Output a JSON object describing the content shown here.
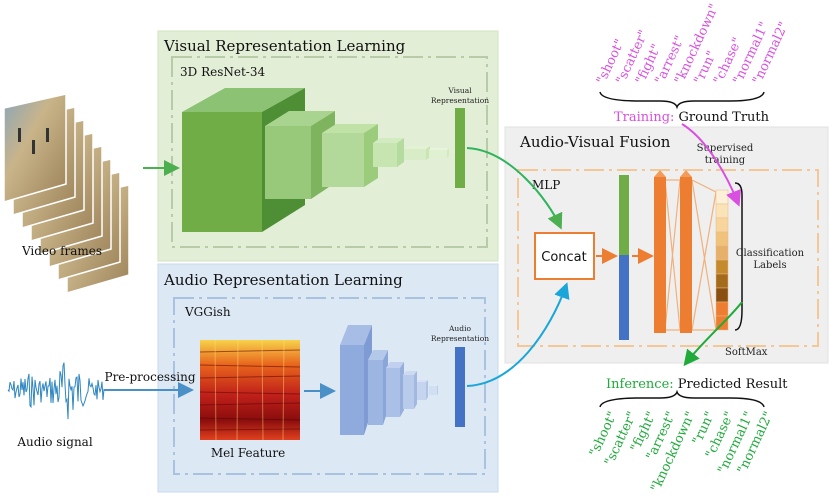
{
  "inputs": {
    "video_label": "Video frames",
    "audio_label": "Audio signal",
    "preprocessing_label": "Pre-processing"
  },
  "visual_panel": {
    "title": "Visual Representation Learning",
    "model": "3D ResNet-34",
    "rep_line1": "Visual",
    "rep_line2": "Representation"
  },
  "audio_panel": {
    "title": "Audio Representation Learning",
    "model": "VGGish",
    "feature_label": "Mel Feature",
    "rep_line1": "Audio",
    "rep_line2": "Representation"
  },
  "fusion_panel": {
    "title": "Audio-Visual Fusion",
    "mlp_label": "MLP",
    "concat_label": "Concat",
    "class_label_line1": "Classification",
    "class_label_line2": "Labels",
    "softmax_label": "SoftMax",
    "supervised_line1": "Supervised",
    "supervised_line2": "training"
  },
  "training": {
    "prefix": "Training:",
    "text": " Ground Truth",
    "labels": [
      "\"shoot\"",
      "\"scatter\"",
      "\"fight\"",
      "\"arrest\"",
      "\"knockdown\"",
      "\"run\"",
      "\"chase\"",
      "\"normal1\"",
      "\"normal2\""
    ]
  },
  "inference": {
    "prefix": "Inference:",
    "text": " Predicted Result",
    "labels": [
      "\"shoot\"",
      "\"scatter\"",
      "\"fight\"",
      "\"arrest\"",
      "\"knockdown\"",
      "\"run\"",
      "\"chase\"",
      "\"normal1\"",
      "\"normal2\""
    ]
  },
  "colors": {
    "visual_green": "#70ad47",
    "audio_blue": "#4472c4",
    "fusion_orange": "#ed7d31",
    "training_magenta": "#d94fe0",
    "inference_green": "#1faa3a",
    "cyan_arrow": "#1aa6d8"
  }
}
